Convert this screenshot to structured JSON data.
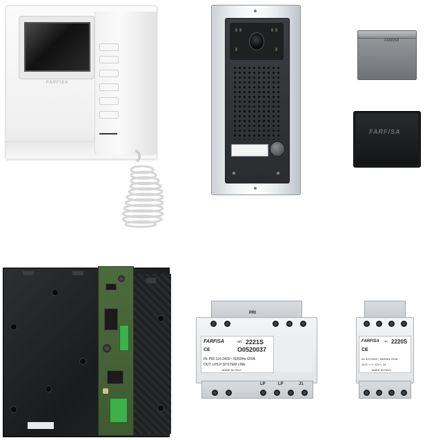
{
  "monitor": {
    "brand": "FARFISA"
  },
  "entry_panel": {},
  "boxes": {
    "small_brand": "FARFISA",
    "black_brand": "FARFISA"
  },
  "bracket": {
    "label": ""
  },
  "psu_large": {
    "brand": "FARFISA",
    "art_prefix": "art.",
    "model": "2221S",
    "serial": "O0520037",
    "input": "IN: PRI  110-240V~  50/60Hz  60VA",
    "output": "OUT: LP/LP  SYSTEM  LINE",
    "made_in": "MADE IN ITALY",
    "port_top": "PRI",
    "port_lp1": "LP",
    "port_lp2": "LP",
    "port_j1": "J1"
  },
  "psu_small": {
    "brand": "FARFISA",
    "art_prefix": "art.",
    "model": "2220S",
    "input": "IN: 127/230V~  50/60Hz  22VA",
    "output": "OUT: ∿/∿  12V∿  1A",
    "made_in": "MADE IN ITALY"
  },
  "colors": {
    "panel_dark": "#2a2c2f",
    "plate_black": "#1a1b1c",
    "pcb_green": "#3f5a31"
  }
}
